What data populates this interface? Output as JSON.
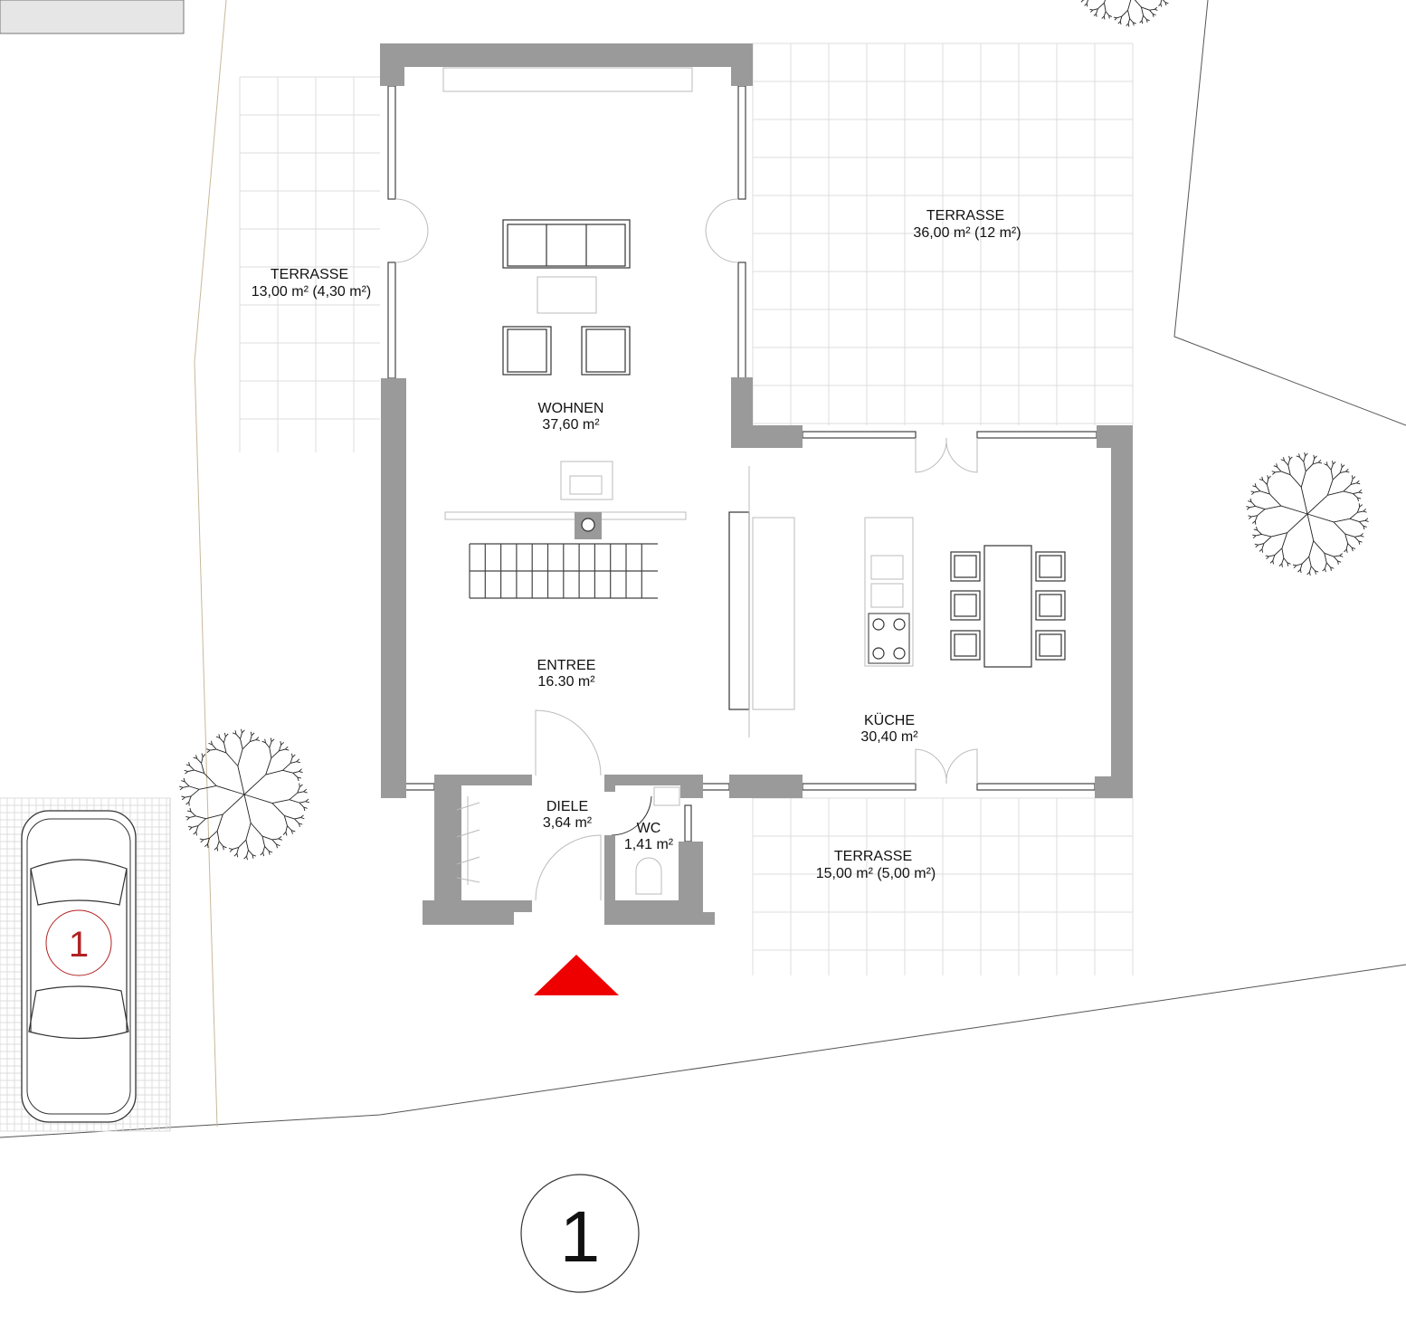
{
  "rooms": [
    {
      "id": "terrasse-west",
      "name": "TERRASSE",
      "area": "13,00 m² (4,30 m²)"
    },
    {
      "id": "terrasse-north",
      "name": "TERRASSE",
      "area": "36,00 m² (12 m²)"
    },
    {
      "id": "wohnen",
      "name": "WOHNEN",
      "area": "37,60 m²"
    },
    {
      "id": "entree",
      "name": "ENTREE",
      "area": "16.30 m²"
    },
    {
      "id": "kueche",
      "name": "KÜCHE",
      "area": "30,40 m²"
    },
    {
      "id": "diele",
      "name": "DIELE",
      "area": "3,64 m²"
    },
    {
      "id": "wc",
      "name": "WC",
      "area": "1,41 m²"
    },
    {
      "id": "terrasse-south",
      "name": "TERRASSE",
      "area": "15,00 m² (5,00 m²)"
    }
  ],
  "parking": {
    "number": "1"
  },
  "view_marker": {
    "number": "1"
  },
  "colors": {
    "wall": "#9a9a9a",
    "entrance_arrow": "#ee0000",
    "parking_marker": "#b22222"
  }
}
